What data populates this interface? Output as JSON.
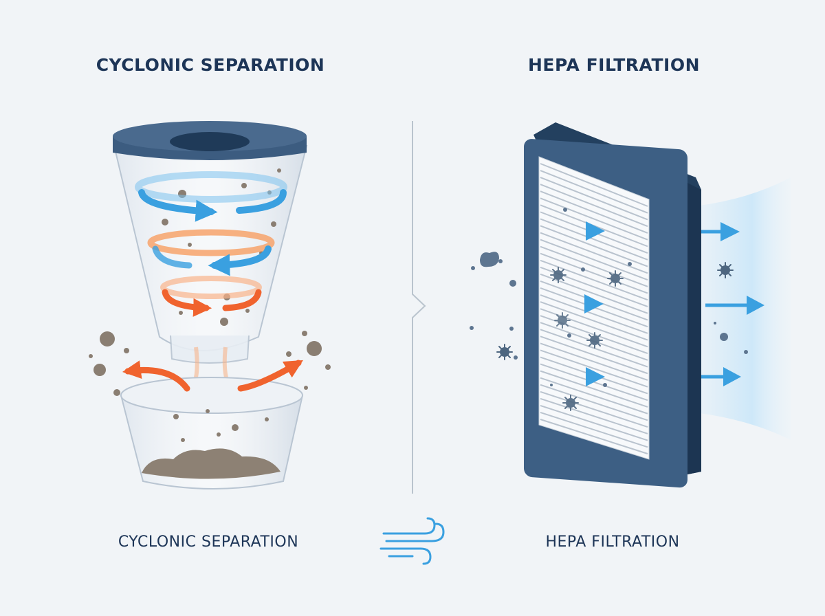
{
  "left_panel": {
    "heading": "CYCLONIC SEPARATION",
    "caption": "CYCLONIC SEPARATION"
  },
  "right_panel": {
    "heading": "HEPA FILTRATION",
    "caption": "HEPA FILTRATION"
  },
  "center_icon": "wind-icon",
  "colors": {
    "heading_text": "#1d3557",
    "frame_navy": "#2f4f74",
    "airflow_blue": "#3aa0e0",
    "vortex_orange": "#f47a3c",
    "dust_brown": "#8a7e72",
    "background": "#f1f4f7"
  }
}
